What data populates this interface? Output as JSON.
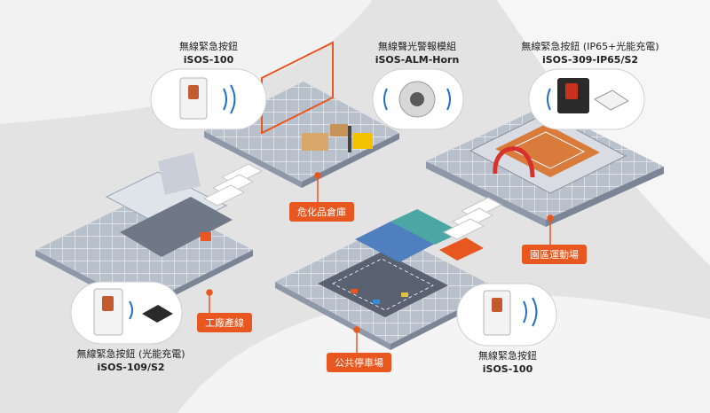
{
  "devices": [
    {
      "name": "無線緊急按鈕",
      "model": "iSOS-100"
    },
    {
      "name": "無線聲光警報模組",
      "model": "iSOS-ALM-Horn"
    },
    {
      "name": "無線緊急按鈕 (IP65+光能充電)",
      "model": "iSOS-309-IP65/S2"
    },
    {
      "name": "無線緊急按鈕 (光能充電)",
      "model": "iSOS-109/S2"
    },
    {
      "name": "無線緊急按鈕",
      "model": "iSOS-100"
    }
  ],
  "zones": {
    "warehouse": "危化品倉庫",
    "stadium": "園區運動場",
    "factory": "工廠產線",
    "parking": "公共停車場"
  },
  "colors": {
    "accent": "#e8571f",
    "signal": "#1f6fc6",
    "tile": "#a9b2c2"
  }
}
